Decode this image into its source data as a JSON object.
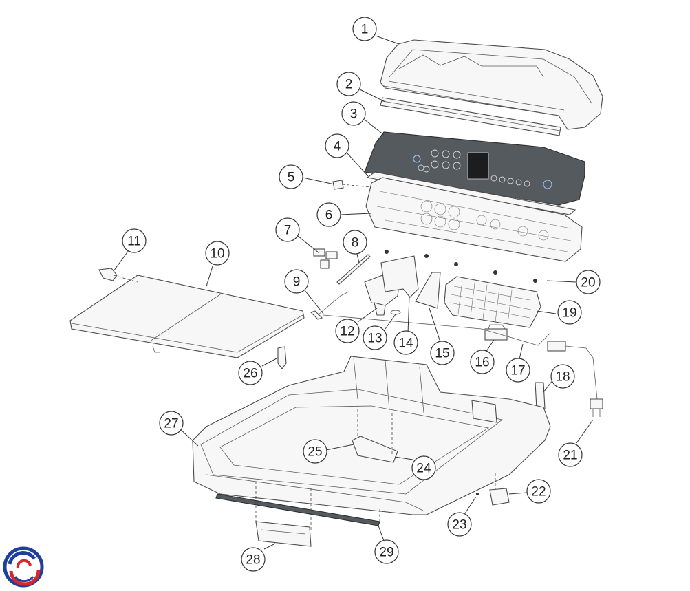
{
  "diagram": {
    "callouts": [
      {
        "label": "1"
      },
      {
        "label": "2"
      },
      {
        "label": "3"
      },
      {
        "label": "4"
      },
      {
        "label": "5"
      },
      {
        "label": "6"
      },
      {
        "label": "7"
      },
      {
        "label": "8"
      },
      {
        "label": "9"
      },
      {
        "label": "10"
      },
      {
        "label": "11"
      },
      {
        "label": "12"
      },
      {
        "label": "13"
      },
      {
        "label": "14"
      },
      {
        "label": "15"
      },
      {
        "label": "16"
      },
      {
        "label": "17"
      },
      {
        "label": "18"
      },
      {
        "label": "19"
      },
      {
        "label": "20"
      },
      {
        "label": "21"
      },
      {
        "label": "22"
      },
      {
        "label": "23"
      },
      {
        "label": "24"
      },
      {
        "label": "25"
      },
      {
        "label": "26"
      },
      {
        "label": "27"
      },
      {
        "label": "28"
      },
      {
        "label": "29"
      }
    ],
    "logo_colors": {
      "blue": "#1f3f9a",
      "red": "#d8262e"
    },
    "panel_color": "#555a5f"
  }
}
